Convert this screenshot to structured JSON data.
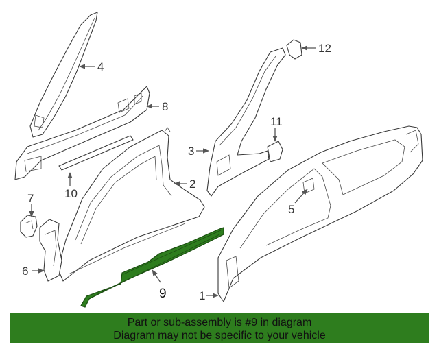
{
  "diagram": {
    "highlight_color": "#2e7d1e",
    "highlight_stroke": "#1c4d12",
    "callouts": [
      {
        "id": "1",
        "label": "1"
      },
      {
        "id": "2",
        "label": "2"
      },
      {
        "id": "3",
        "label": "3"
      },
      {
        "id": "4",
        "label": "4"
      },
      {
        "id": "5",
        "label": "5"
      },
      {
        "id": "6",
        "label": "6"
      },
      {
        "id": "7",
        "label": "7"
      },
      {
        "id": "8",
        "label": "8"
      },
      {
        "id": "9",
        "label": "9"
      },
      {
        "id": "10",
        "label": "10"
      },
      {
        "id": "11",
        "label": "11"
      },
      {
        "id": "12",
        "label": "12"
      }
    ]
  },
  "banner": {
    "line1": "Part or sub-assembly is #9 in diagram",
    "line2": "Diagram may not be specific to your vehicle",
    "background": "#2e7d1e"
  }
}
